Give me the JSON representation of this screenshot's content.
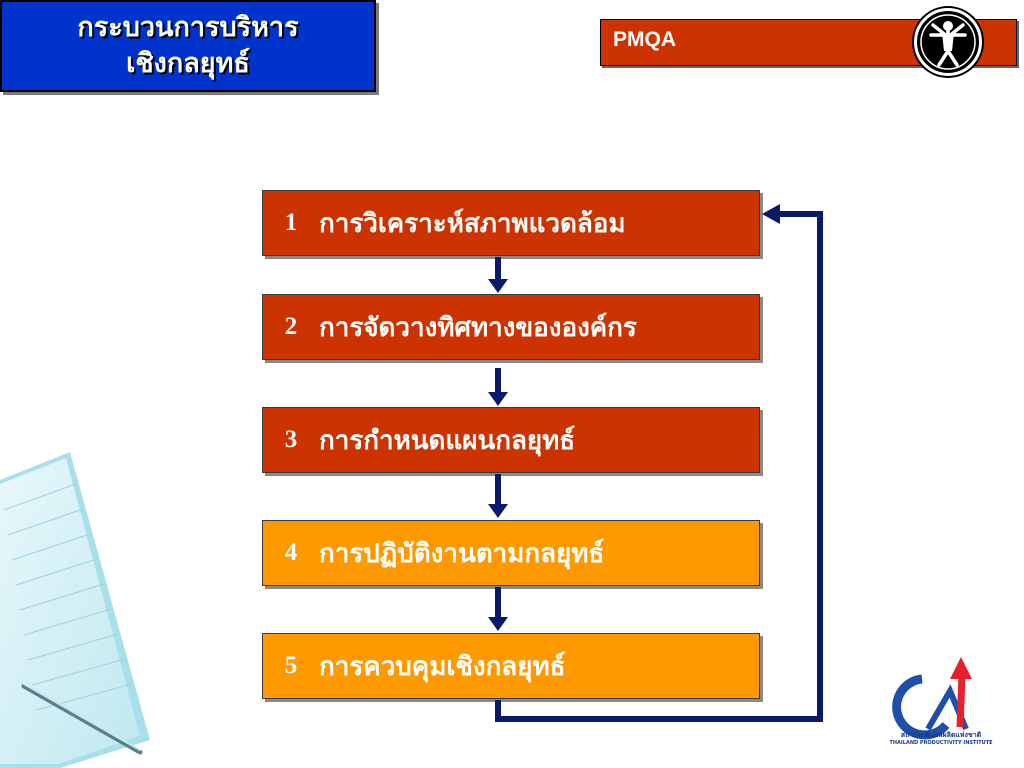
{
  "title": {
    "line1": "กระบวนการบริหาร",
    "line2": "เชิงกลยุทธ์"
  },
  "header_bar": {
    "label": "PMQA",
    "icon": "vitruvian-man-icon"
  },
  "steps": [
    {
      "number": "1",
      "text": "การวิเคราะห์สภาพแวดล้อม",
      "color": "#cc3300"
    },
    {
      "number": "2",
      "text": "การจัดวางทิศทางขององค์กร",
      "color": "#cc3300"
    },
    {
      "number": "3",
      "text": "การกำหนดแผนกลยุทธ์",
      "color": "#cc3300"
    },
    {
      "number": "4",
      "text": "การปฏิบัติงานตามกลยุทธ์",
      "color": "#ff9900"
    },
    {
      "number": "5",
      "text": "การควบคุมเชิงกลยุทธ์",
      "color": "#ff9900"
    }
  ],
  "footer_logo": {
    "caption_th": "สถาบันเพิ่มผลผลิตแห่งชาติ",
    "caption_en": "THAILAND PRODUCTIVITY INSTITUTE"
  },
  "colors": {
    "arrow": "#0a1a6b",
    "title_bg": "#0033cc",
    "bar_bg": "#cc3300"
  }
}
